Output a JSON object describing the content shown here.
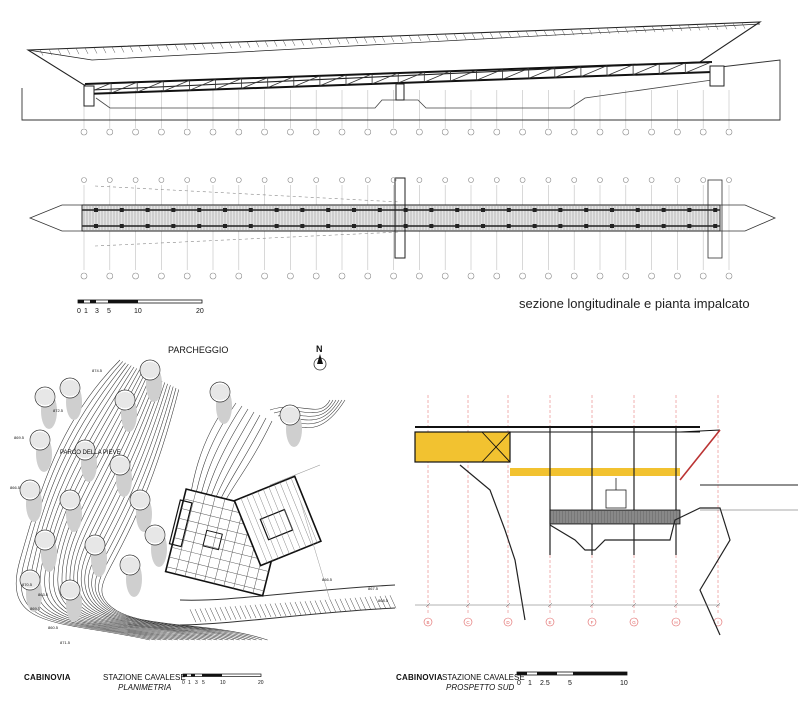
{
  "top_section": {
    "caption": "sezione longitudinale e pianta impalcato",
    "scale_labels": [
      "0",
      "1",
      "3",
      "5",
      "10",
      "20"
    ]
  },
  "site_plan": {
    "parking_label": "PARCHEGGIO",
    "park_label": "PARCO DELLA PIEVE",
    "north_label": "N",
    "title_left": "CABINOVIA",
    "title_station": "STAZIONE CAVALESE",
    "title_sub": "PLANIMETRIA",
    "scale_labels": [
      "0",
      "1",
      "3",
      "5",
      "10",
      "20"
    ],
    "contour_labels": [
      "874.5",
      "872.5",
      "869.5",
      "866.5",
      "863.5",
      "860.5",
      "866.5",
      "867.5",
      "868.5",
      "869.5",
      "870.5",
      "871.5"
    ]
  },
  "elevation": {
    "title_left": "CABINOVIA",
    "title_station": "STAZIONE CAVALESE",
    "title_sub": "PROSPETTO SUD",
    "scale_labels": [
      "0",
      "1",
      "2.5",
      "5",
      "10"
    ],
    "axis_labels": [
      "B",
      "C",
      "D",
      "E",
      "F",
      "G",
      "H",
      "I"
    ],
    "highlight_color": "#f2c230"
  },
  "colors": {
    "line": "#222222",
    "grid": "#9a9a9a",
    "red_grid": "#e06060",
    "hatch": "#555555"
  }
}
